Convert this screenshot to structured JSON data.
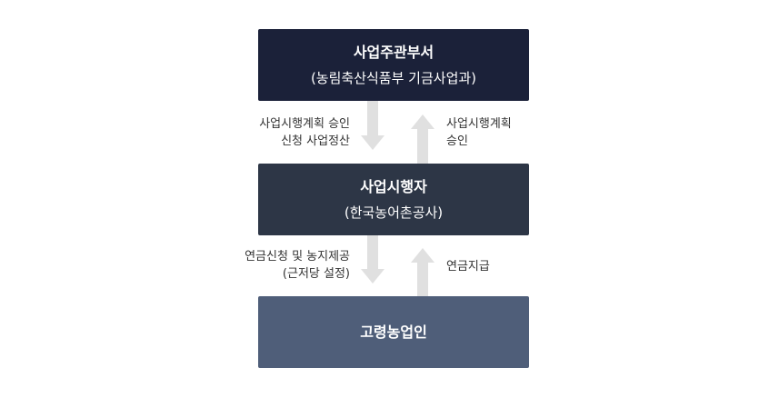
{
  "boxes": [
    {
      "title": "사업주관부서",
      "sub": "(농림축산식품부 기금사업과)"
    },
    {
      "title": "사업시행자",
      "sub": "(한국농어촌공사)"
    },
    {
      "title": "고령농업인",
      "sub": ""
    }
  ],
  "flows": {
    "top_down": [
      "사업시행계획 승인",
      "신청 사업정산"
    ],
    "top_up": [
      "사업시행계획",
      "승인"
    ],
    "bottom_down": [
      "연금신청 및 농지제공",
      "(근저당 설정)"
    ],
    "bottom_up": [
      "연금지급"
    ]
  },
  "colors": {
    "box1": "#1b2139",
    "box2": "#2d3646",
    "box3": "#4f5e79",
    "arrow": "#e0e0e0",
    "label": "#333333"
  }
}
